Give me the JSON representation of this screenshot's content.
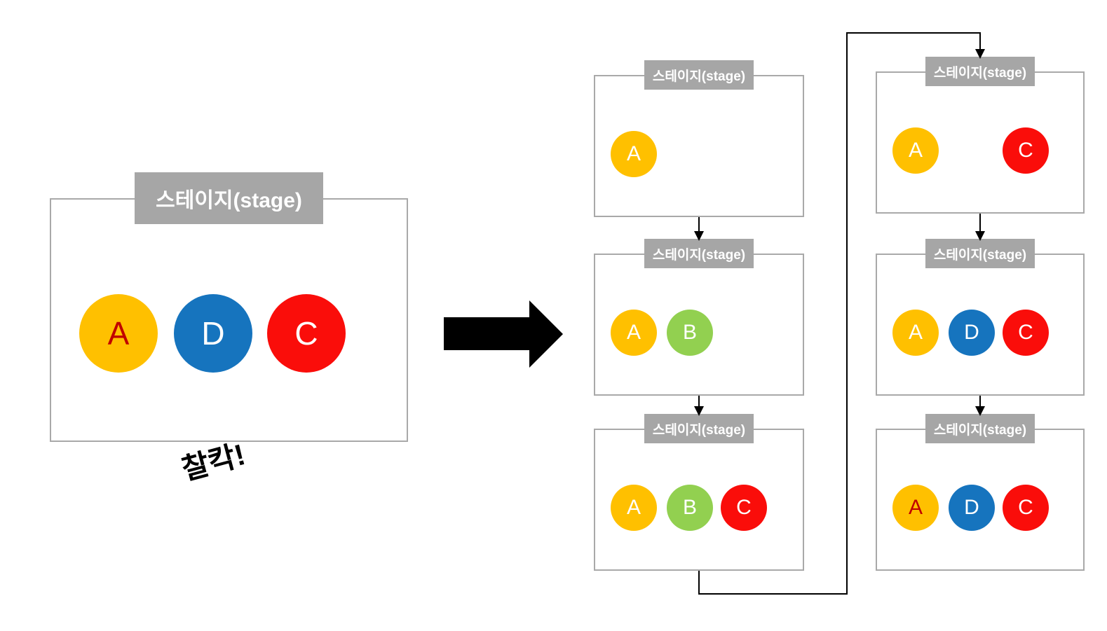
{
  "colors": {
    "background": "#FFFFFF",
    "stage_band": "#A6A6A6",
    "stage_band_text": "#FFFFFF",
    "stage_border": "#A9A9A9",
    "connector": "#000000",
    "token_yellow": "#FFC000",
    "token_green": "#92D050",
    "token_blue": "#1674BE",
    "token_red": "#FA0D0A",
    "snapshot_letter_red": "#C00000",
    "token_letter_white": "#FFFFFF"
  },
  "left_stage": {
    "title": "스테이지(stage)",
    "caption": "찰칵!",
    "circles": [
      {
        "letter": "A",
        "slot": 1,
        "fill": "#FFC000",
        "letter_color": "#C00000"
      },
      {
        "letter": "D",
        "slot": 2,
        "fill": "#1674BE",
        "letter_color": "#FFFFFF"
      },
      {
        "letter": "C",
        "slot": 3,
        "fill": "#FA0D0A",
        "letter_color": "#FFFFFF"
      }
    ]
  },
  "stage_sequence": [
    {
      "title": "스테이지(stage)",
      "circles": [
        {
          "letter": "A",
          "slot": 1,
          "fill": "#FFC000",
          "letter_color": "#FFFFFF"
        }
      ]
    },
    {
      "title": "스테이지(stage)",
      "circles": [
        {
          "letter": "A",
          "slot": 1,
          "fill": "#FFC000",
          "letter_color": "#FFFFFF"
        },
        {
          "letter": "B",
          "slot": 2,
          "fill": "#92D050",
          "letter_color": "#FFFFFF"
        }
      ]
    },
    {
      "title": "스테이지(stage)",
      "circles": [
        {
          "letter": "A",
          "slot": 1,
          "fill": "#FFC000",
          "letter_color": "#FFFFFF"
        },
        {
          "letter": "B",
          "slot": 2,
          "fill": "#92D050",
          "letter_color": "#FFFFFF"
        },
        {
          "letter": "C",
          "slot": 3,
          "fill": "#FA0D0A",
          "letter_color": "#FFFFFF"
        }
      ]
    },
    {
      "title": "스테이지(stage)",
      "circles": [
        {
          "letter": "A",
          "slot": 1,
          "fill": "#FFC000",
          "letter_color": "#FFFFFF"
        },
        {
          "letter": "C",
          "slot": 3,
          "fill": "#FA0D0A",
          "letter_color": "#FFFFFF"
        }
      ]
    },
    {
      "title": "스테이지(stage)",
      "circles": [
        {
          "letter": "A",
          "slot": 1,
          "fill": "#FFC000",
          "letter_color": "#FFFFFF"
        },
        {
          "letter": "D",
          "slot": 2,
          "fill": "#1674BE",
          "letter_color": "#FFFFFF"
        },
        {
          "letter": "C",
          "slot": 3,
          "fill": "#FA0D0A",
          "letter_color": "#FFFFFF"
        }
      ]
    },
    {
      "title": "스테이지(stage)",
      "circles": [
        {
          "letter": "A",
          "slot": 1,
          "fill": "#FFC000",
          "letter_color": "#C00000"
        },
        {
          "letter": "D",
          "slot": 2,
          "fill": "#1674BE",
          "letter_color": "#FFFFFF"
        },
        {
          "letter": "C",
          "slot": 3,
          "fill": "#FA0D0A",
          "letter_color": "#FFFFFF"
        }
      ]
    }
  ]
}
